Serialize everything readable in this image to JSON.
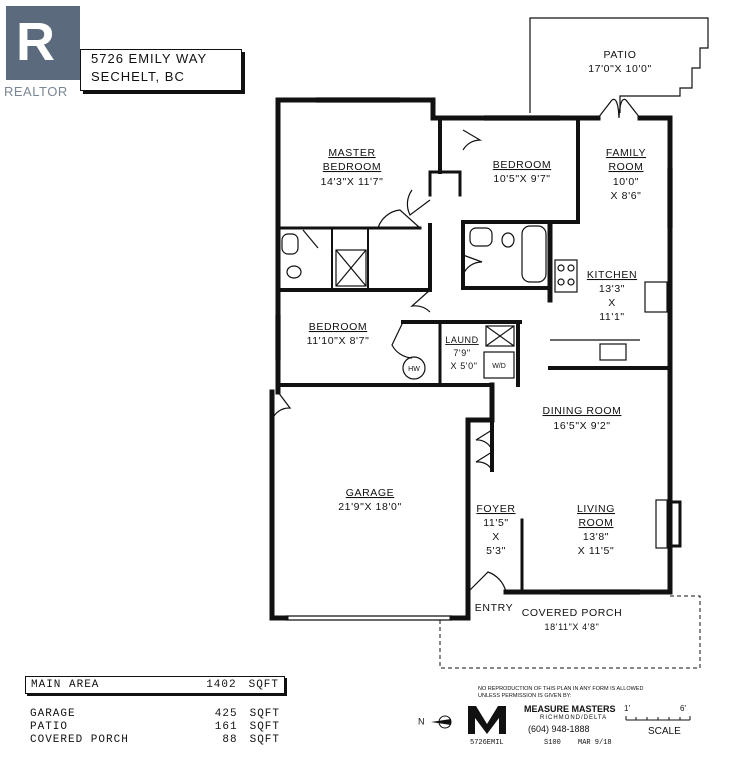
{
  "brand": {
    "logo_letter": "R",
    "logo_text": "REALTOR",
    "logo_color": "#5b6b7d"
  },
  "address": {
    "line1": "5726 EMILY WAY",
    "line2": "SECHELT, BC"
  },
  "rooms": {
    "patio": {
      "name": "PATIO",
      "dims": "17'0\"X 10'0\""
    },
    "master": {
      "name1": "MASTER",
      "name2": "BEDROOM",
      "dims": "14'3\"X 11'7\""
    },
    "bedroom2": {
      "name": "BEDROOM",
      "dims": "10'5\"X 9'7\""
    },
    "family": {
      "name1": "FAMILY",
      "name2": "ROOM",
      "dims1": "10'0\"",
      "dims2": "X 8'6\""
    },
    "kitchen": {
      "name": "KITCHEN",
      "dims1": "13'3\"",
      "dims2": "X",
      "dims3": "11'1\""
    },
    "bedroom3": {
      "name": "BEDROOM",
      "dims": "11'10\"X 8'7\""
    },
    "laundry": {
      "name": "LAUND",
      "dims1": "7'9\"",
      "dims2": "X 5'0\"",
      "wd": "W/D",
      "hw": "HW"
    },
    "dining": {
      "name": "DINING ROOM",
      "dims": "16'5\"X 9'2\""
    },
    "garage": {
      "name": "GARAGE",
      "dims": "21'9\"X 18'0\""
    },
    "foyer": {
      "name": "FOYER",
      "dims1": "11'5\"",
      "dims2": "X",
      "dims3": "5'3\""
    },
    "living": {
      "name1": "LIVING",
      "name2": "ROOM",
      "dims1": "13'8\"",
      "dims2": "X 11'5\""
    },
    "entry": {
      "name": "ENTRY"
    },
    "porch": {
      "name": "COVERED PORCH",
      "dims": "18'11\"X 4'8\""
    }
  },
  "areas": {
    "main": {
      "label": "MAIN AREA",
      "value": "1402",
      "unit": "SQFT"
    },
    "rows": [
      {
        "label": "GARAGE",
        "value": "425",
        "unit": "SQFT"
      },
      {
        "label": "PATIO",
        "value": "161",
        "unit": "SQFT"
      },
      {
        "label": "COVERED PORCH",
        "value": "88",
        "unit": "SQFT"
      }
    ]
  },
  "credits": {
    "north": "N",
    "note": "NO REPRODUCTION OF THIS PLAN IN ANY FORM IS ALLOWED UNLESS PERMISSION IS GIVEN BY:",
    "company": "MEASURE MASTERS",
    "city": "RICHMOND/DELTA",
    "phone": "(604) 948-1888",
    "code": "5726EMIL",
    "s": "S100",
    "date": "MAR 9/18"
  },
  "scale": {
    "label": "SCALE",
    "start": "1'",
    "end": "6'"
  }
}
